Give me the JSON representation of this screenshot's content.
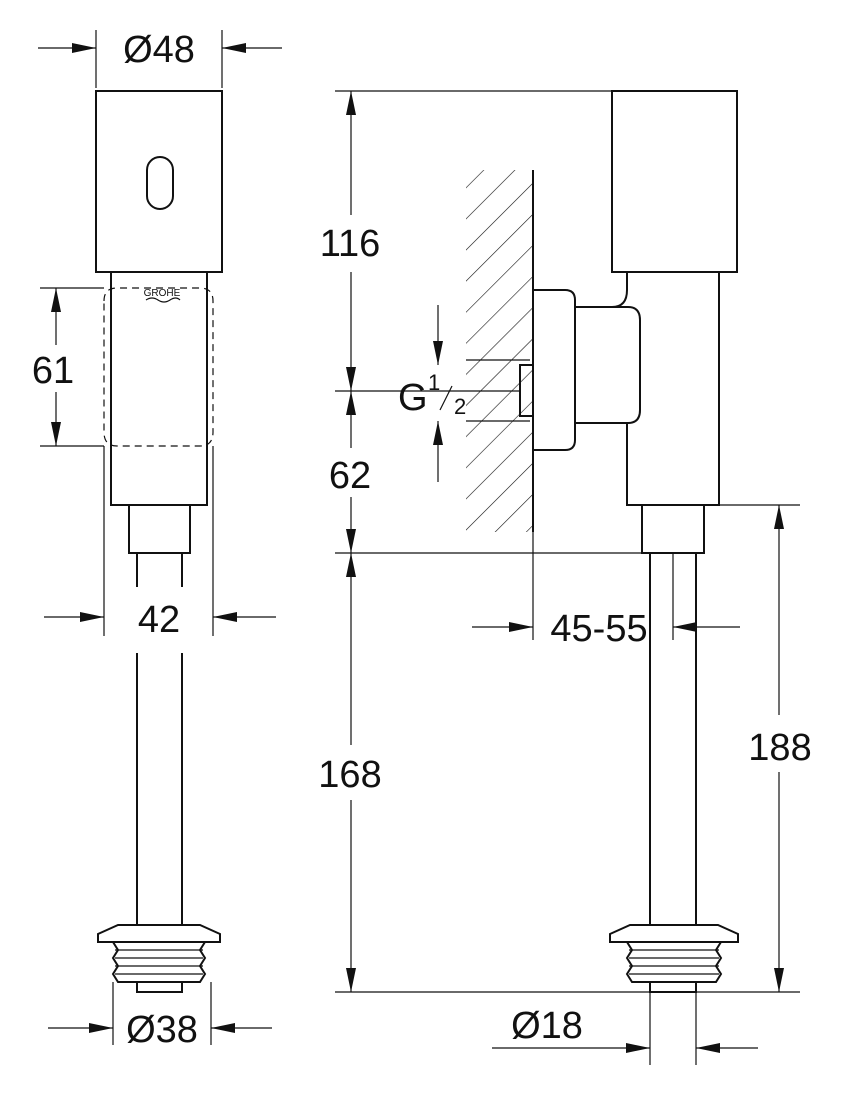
{
  "diagram": {
    "logo_text": "GROHE",
    "dimensions": {
      "head_diameter": "Ø48",
      "body_height": "61",
      "body_width": "42",
      "flange_diameter": "Ø38",
      "head_height": "116",
      "connection_thread_main": "G",
      "connection_thread_num": "1",
      "connection_thread_den": "2",
      "connection_offset": "62",
      "wall_depth": "45-55",
      "pipe_length": "168",
      "outlet_height": "188",
      "pipe_diameter": "Ø18"
    }
  }
}
